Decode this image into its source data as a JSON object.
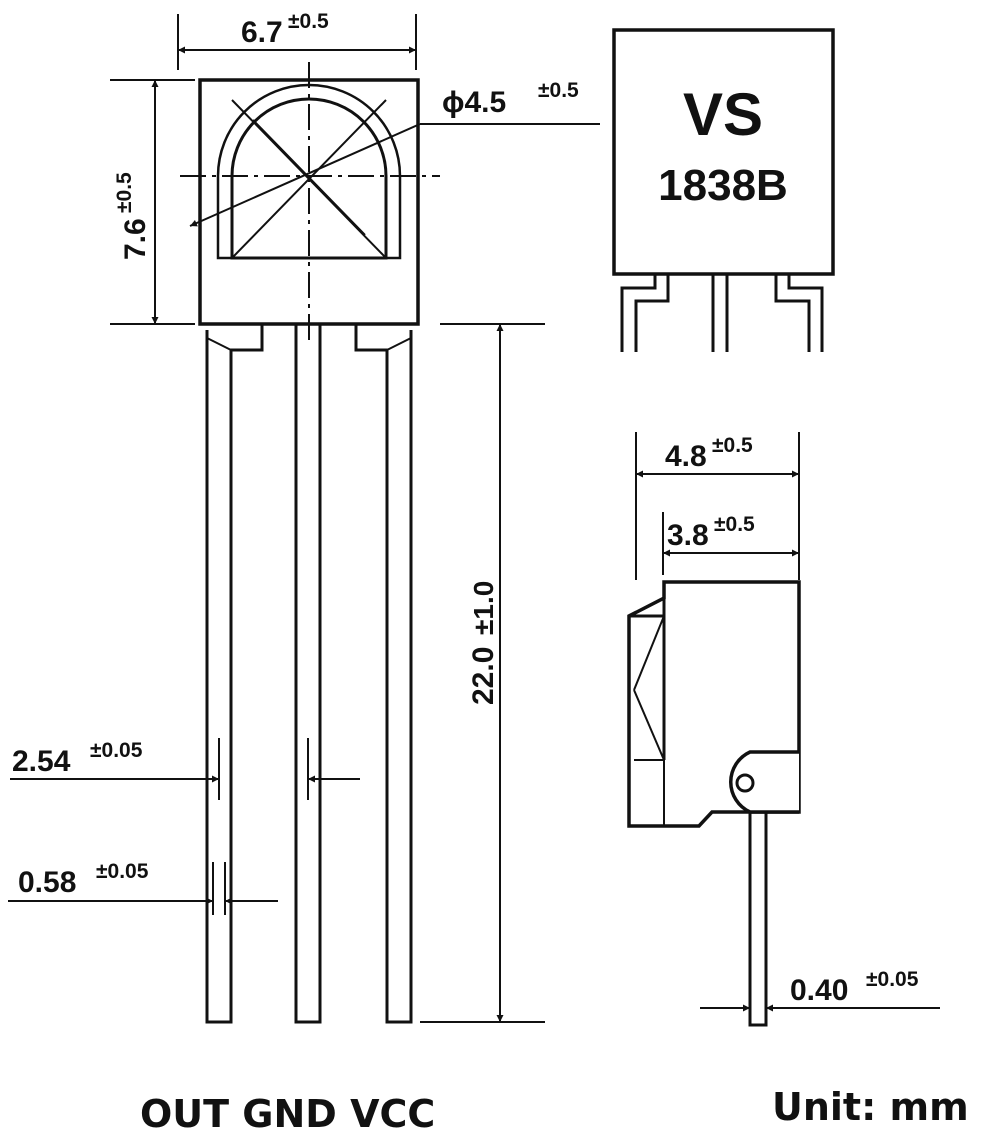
{
  "front_view": {
    "width": {
      "value": "6.7",
      "tol": "±0.5"
    },
    "height": {
      "value": "7.6",
      "tol": "±0.5"
    },
    "lens_diameter": {
      "symbol": "ϕ",
      "value": "4.5",
      "tol": "±0.5"
    },
    "lead_length": {
      "value": "22.0",
      "tol": "±1.0"
    },
    "pitch": {
      "value": "2.54",
      "tol": "±0.05"
    },
    "lead_width": {
      "value": "0.58",
      "tol": "±0.05"
    }
  },
  "top_view": {
    "marking_line1": "VS",
    "marking_line2": "1838B"
  },
  "side_view": {
    "outer_depth": {
      "value": "4.8",
      "tol": "±0.5"
    },
    "body_depth": {
      "value": "3.8",
      "tol": "±0.5"
    },
    "lead_thickness": {
      "value": "0.40",
      "tol": "±0.05"
    }
  },
  "captions": {
    "pins": "OUT GND VCC",
    "unit": "Unit: mm"
  }
}
